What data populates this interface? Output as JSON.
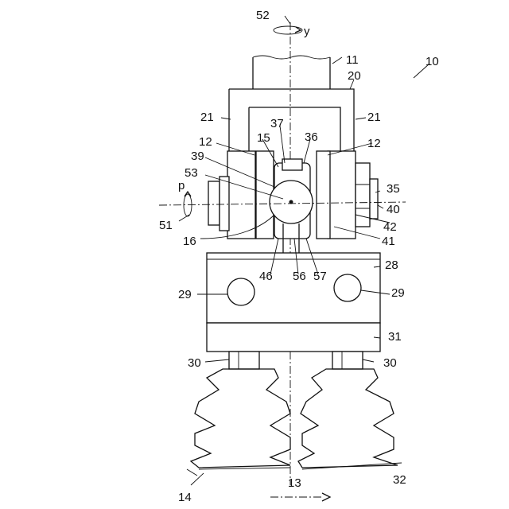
{
  "labels": {
    "l52": "52",
    "ly": "y",
    "l11": "11",
    "l10": "10",
    "l20": "20",
    "l21a": "21",
    "l21b": "21",
    "l37": "37",
    "l36": "36",
    "l12a": "12",
    "l12b": "12",
    "l15": "15",
    "l39": "39",
    "l53": "53",
    "lp": "p",
    "l35": "35",
    "l40": "40",
    "l51": "51",
    "l42": "42",
    "l16": "16",
    "l41": "41",
    "l28": "28",
    "l46": "46",
    "l56": "56",
    "l57": "57",
    "l29a": "29",
    "l29b": "29",
    "l31": "31",
    "l30a": "30",
    "l30b": "30",
    "l13": "13",
    "l32": "32",
    "l14": "14"
  },
  "colors": {
    "line": "#111111",
    "background": "#ffffff"
  }
}
